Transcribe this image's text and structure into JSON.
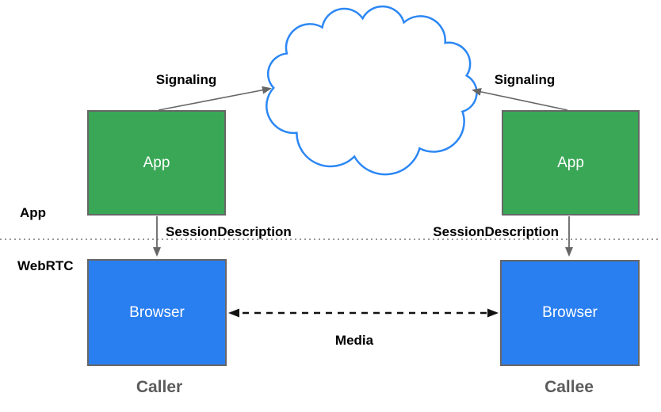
{
  "layers": {
    "app": "App",
    "webrtc": "WebRTC"
  },
  "caller": {
    "app_box": "App",
    "browser_box": "Browser",
    "signaling": "Signaling",
    "session_description": "SessionDescription",
    "role": "Caller"
  },
  "callee": {
    "app_box": "App",
    "browser_box": "Browser",
    "signaling": "Signaling",
    "session_description": "SessionDescription",
    "role": "Callee"
  },
  "media": "Media",
  "colors": {
    "app_box_fill": "#3aa757",
    "browser_box_fill": "#2a7ff0",
    "box_border": "#666666",
    "cloud_stroke": "#2b87f5",
    "signaling_arrow": "#666666",
    "media_arrow": "#111111",
    "role_label": "#5b5b5b",
    "layer_divider": "#999999"
  }
}
